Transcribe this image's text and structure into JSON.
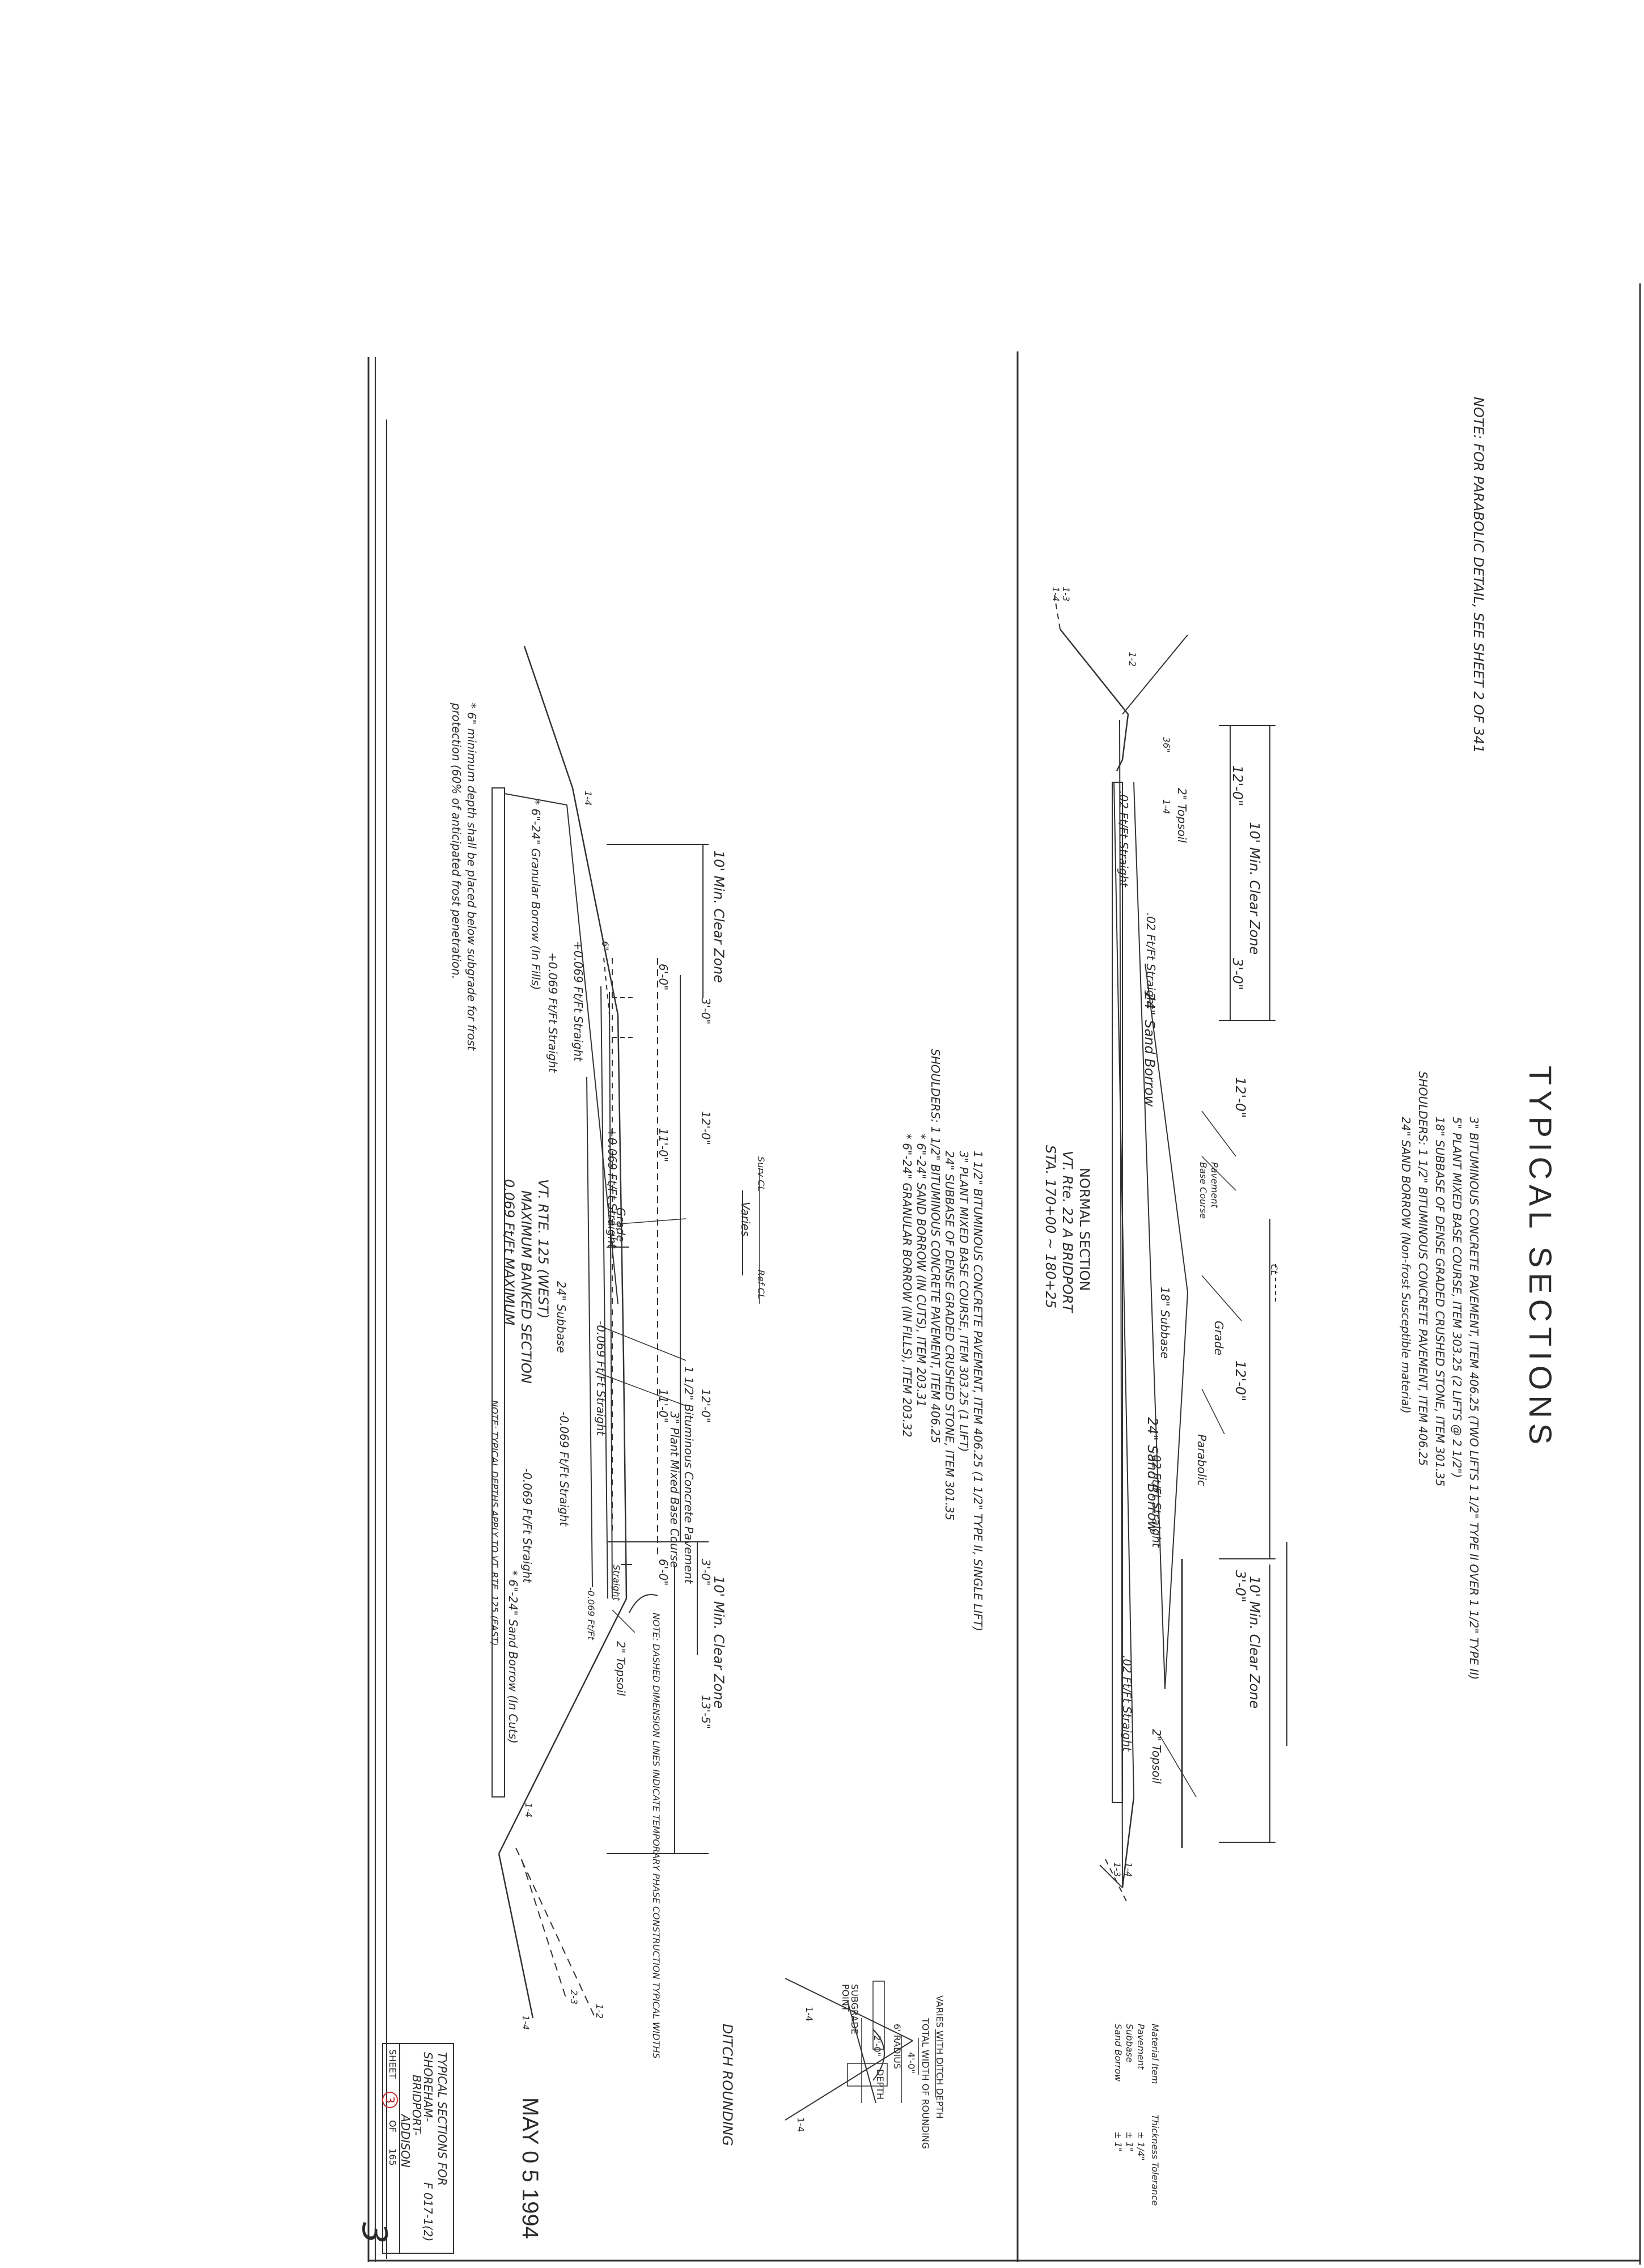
{
  "sheet": {
    "title": "TYPICAL SECTIONS",
    "notes_top": [
      "3\" BITUMINOUS CONCRETE PAVEMENT, ITEM 406.25 (TWO LIFTS 1 1/2\" TYPE II OVER 1 1/2\" TYPE II)",
      "5\" PLANT MIXED BASE COURSE, ITEM 303.25 (2 LIFTS @ 2 1/2\")",
      "18\" SUBBASE OF DENSE GRADED CRUSHED STONE, ITEM 301.35",
      "SHOULDERS: 1 1/2\" BITUMINOUS CONCRETE PAVEMENT, ITEM 406.25",
      "24\" SAND BORROW (Non-frost Susceptible material)"
    ],
    "top_note": "NOTE: FOR PARABOLIC DETAIL, SEE SHEET 2 OF 341",
    "stamp_date": "MAY 0 5 1994"
  },
  "section1": {
    "title": "NORMAL SECTION",
    "route": "VT. Rte. 22 A  BRIDPORT",
    "station": "STA. 170+00 ~ 180+25",
    "labels": {
      "clear_zone_left": "10' Min. Clear Zone",
      "clear_zone_right": "10' Min. Clear Zone",
      "dim_12_left": "12'-0\"",
      "dim_3_left": "3'-0\"",
      "dim_12_mid": "12'-0\"",
      "dim_12_right": "12'-0\"",
      "dim_3_right": "3'-0\"",
      "topsoil_left": "2\" Topsoil",
      "topsoil_right": "2\" Topsoil",
      "pavement": "Pavement",
      "base_course": "Base Course",
      "grade": "Grade",
      "parabolic": "Parabolic",
      "subbase": "18\" Subbase",
      "sand_borrow_left": "24\" Sand Borrow",
      "sand_borrow_right": "24\" Sand Borrow",
      "straight_1": ".02 Ft/Ft Straight",
      "straight_2": ".02 Ft/Ft Straight",
      "straight_3": ".02 Ft/Ft Straight",
      "straight_4": ".02 Ft/Ft Straight",
      "slope_13_left": "1-3",
      "slope_14_left": "1-4",
      "slope_12_left": "1-2",
      "slope_14_right": "1-4",
      "slope_13_right": "1-3",
      "depth_36": "36\"",
      "slope_14_mid": "1-4",
      "cl": "CL"
    }
  },
  "section2": {
    "notes": [
      "1 1/2\" BITUMINOUS CONCRETE PAVEMENT, ITEM 406.25 (1 1/2\" TYPE II, SINGLE LIFT)",
      "3\" PLANT MIXED BASE COURSE, ITEM 303.25 (1 LIFT)",
      "24\" SUBBASE OF DENSE GRADED CRUSHED STONE, ITEM 301.35",
      "SHOULDERS: 1 1/2\" BITUMINOUS CONCRETE PAVEMENT, ITEM 406.25",
      "* 6\"-24\"  SAND BORROW (IN CUTS), ITEM 203.31",
      "* 6\"-24\"  GRANULAR BORROW (IN FILLS), ITEM 203.32"
    ],
    "title": "VT. RTE. 125 (WEST)",
    "subtitle": "MAXIMUM BANKED SECTION",
    "subtitle2": "0.069 Ft/Ft MAXIMUM",
    "note": "NOTE: TYPICAL DEPTHS APPLY TO VT. RTE. 125 (EAST)",
    "footnote": "* 6\" minimum depth shall be placed below subgrade for frost protection (60% of anticipated frost penetration.",
    "labels": {
      "clear_zone_left": "10' Min. Clear Zone",
      "clear_zone_right": "10' Min. Clear Zone",
      "dim_3_left": "3'-0\"",
      "dim_6_left": "6'-0\"",
      "dim_12_left": "12'-0\"",
      "dim_11_left": "11'-0\"",
      "varies": "Varies",
      "dim_12_right": "12'-0\"",
      "dim_11_right": "11'-0\"",
      "dim_3_right": "3'-0\"",
      "dim_6_right": "6'-0\"",
      "dim_13": "13'-5\"",
      "surv": "Surv CL",
      "ref": "Ref CL",
      "grade": "Grade",
      "subbase": "24\" Subbase",
      "pavement": "1 1/2\" Bituminous Concrete Pavement",
      "base_course": "3\" Plant Mixed Base Course",
      "topsoil": "2\" Topsoil",
      "granular": "* 6\"-24\" Granular Borrow (In Fills)",
      "sand": "* 6\"-24\" Sand Borrow (In Cuts)",
      "straight_a": "+0.069 Ft/Ft Straight",
      "straight_b": "+0.069 Ft/Ft Straight",
      "straight_c": "+0.069 Ft/Ft Straight",
      "straight_d": "-0.069 Ft/Ft Straight",
      "straight_e": "-0.069 Ft/Ft Straight",
      "straight_f": "-0.069 Ft/Ft Straight",
      "straight_g": "Straight",
      "straight_h": "-0.069 Ft/Ft",
      "slope_14_a": "1-4",
      "slope_14_b": "1-4",
      "slope_12": "1-2",
      "slope_23": "2-3",
      "slope_14_c": "1-4",
      "six": "6\"",
      "dashed_note": "NOTE: DASHED DIMENSION LINES INDICATE TEMPORARY PHASE CONSTRUCTION TYPICAL WIDTHS"
    }
  },
  "tolerance_table": {
    "headers": [
      "Material Item",
      "Thickness Tolerance"
    ],
    "rows": [
      [
        "Pavement",
        "± 1/4\""
      ],
      [
        "Subbase",
        "± 1\""
      ],
      [
        "Sand Borrow",
        "± 1\""
      ]
    ]
  },
  "ditch": {
    "title": "DITCH ROUNDING",
    "varies": "VARIES WITH DITCH DEPTH",
    "width": "TOTAL WIDTH OF ROUNDING",
    "dim_4": "4'-0\"",
    "radius": "6' RADIUS",
    "dim_2": "2'-0\"",
    "depth": "DEPTH",
    "subgrade": "SUBGRADE POINT",
    "slope_a": "1-4",
    "slope_b": "1-4"
  },
  "title_block": {
    "line1": "TYPICAL SECTIONS FOR",
    "line2": "SHOREHAM-",
    "line3": "BRIDPORT-",
    "line4": "ADDISON",
    "line5": "F  017-1(2)",
    "sheet_label": "SHEET",
    "sheet_no": "3",
    "of_label": "OF",
    "total": "165"
  },
  "margin_mark": "3"
}
